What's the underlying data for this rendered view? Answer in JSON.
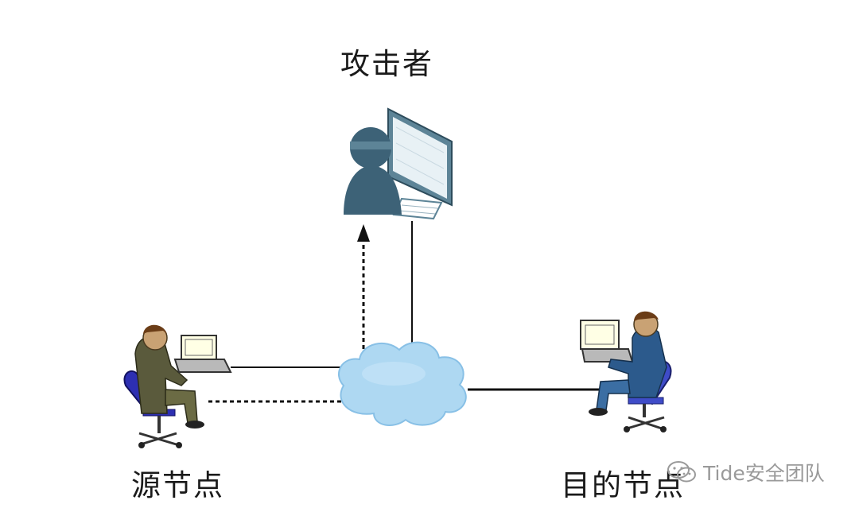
{
  "labels": {
    "attacker": "攻击者",
    "source": "源节点",
    "destination": "目的节点"
  },
  "watermark": {
    "text": "Tide安全团队",
    "logo": "wechat-logo-icon"
  },
  "colors": {
    "cloud": "#aed8f2",
    "cloud_edge": "#88c0e6",
    "attacker": "#3d6277",
    "line": "#111111",
    "watermark": "#9a9a9a"
  },
  "icons": [
    "attacker-icon",
    "network-cloud-icon",
    "source-user-icon",
    "destination-user-icon"
  ],
  "links": [
    {
      "from": "source",
      "to": "network",
      "style": "solid"
    },
    {
      "from": "source",
      "to": "attacker",
      "style": "dashed",
      "arrow": true
    },
    {
      "from": "network",
      "to": "attacker",
      "style": "solid"
    },
    {
      "from": "network",
      "to": "destination",
      "style": "solid"
    }
  ]
}
